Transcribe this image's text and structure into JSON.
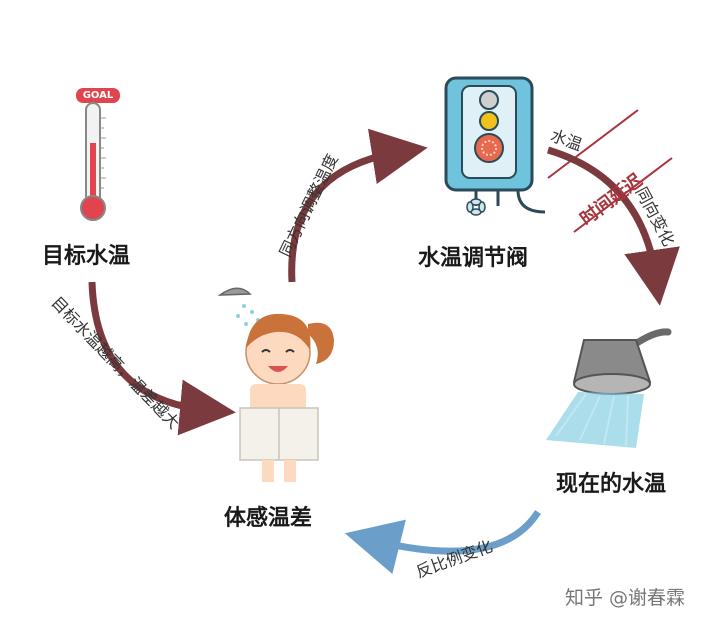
{
  "nodes": {
    "target_temp": "目标水温",
    "valve": "水温调节阀",
    "current_temp": "现在的水温",
    "body_diff": "体感温差"
  },
  "edges": {
    "target_to_body": "目标水温越高，温差越大",
    "body_to_valve": "同方向调整温度",
    "valve_to_current_1": "水温",
    "valve_to_current_2": "同向变化",
    "current_to_body": "反比例变化"
  },
  "delay_label": "时间延迟",
  "thermometer_badge": "GOAL",
  "watermark": "知乎 @谢春霖",
  "colors": {
    "arrow_red": "#7a3a3e",
    "arrow_blue": "#6b9ec8",
    "water_teal": "#7ecbe0",
    "delay_red": "#a8343c"
  }
}
